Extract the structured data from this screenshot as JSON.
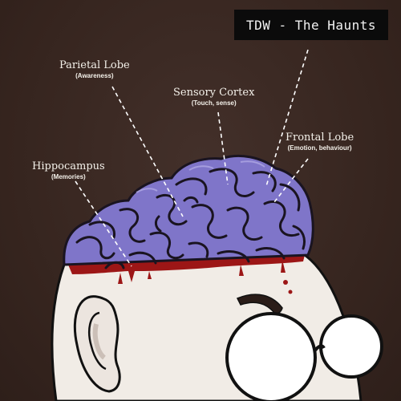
{
  "title": "TDW - The Haunts",
  "labels": {
    "parietal": {
      "name": "Parietal Lobe",
      "sub": "(Awareness)"
    },
    "sensory": {
      "name": "Sensory Cortex",
      "sub": "(Touch, sense)"
    },
    "frontal": {
      "name": "Frontal Lobe",
      "sub": "(Emotion, behaviour)"
    },
    "hippocampus": {
      "name": "Hippocampus",
      "sub": "(Memories)"
    }
  },
  "colors": {
    "brain": "#7f75c9",
    "brain_outline": "#1a1420",
    "skin": "#f1ece6",
    "blood": "#9c1616",
    "background": "#3a2620"
  }
}
